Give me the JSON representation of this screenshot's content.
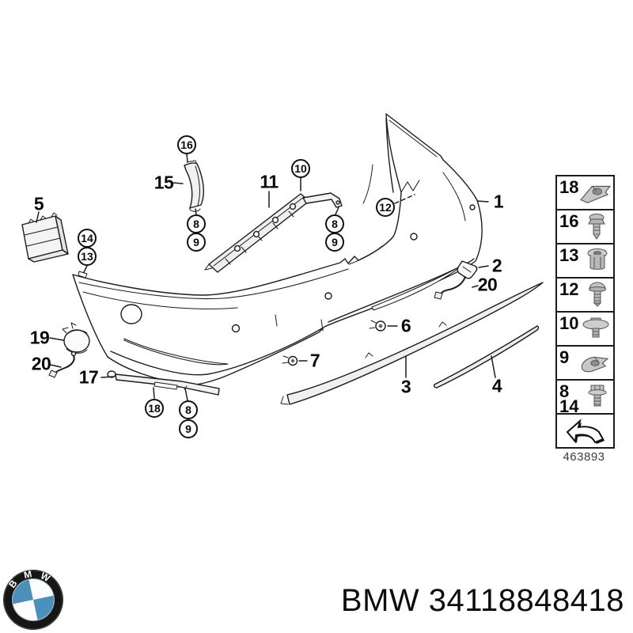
{
  "colors": {
    "line": "#1c1c1c",
    "metal_gray": "#b5b5b5",
    "roundel_blue": "#4a90ba",
    "text": "#0d0d0d"
  },
  "callouts": {
    "plain": [
      {
        "text": "5"
      },
      {
        "text": "15"
      },
      {
        "text": "11"
      },
      {
        "text": "1"
      },
      {
        "text": "2"
      },
      {
        "text": "20"
      },
      {
        "text": "6"
      },
      {
        "text": "7"
      },
      {
        "text": "3"
      },
      {
        "text": "4"
      },
      {
        "text": "19"
      },
      {
        "text": "20"
      },
      {
        "text": "17"
      }
    ],
    "circled": [
      {
        "text": "16"
      },
      {
        "text": "10"
      },
      {
        "text": "14"
      },
      {
        "text": "13"
      },
      {
        "text": "8"
      },
      {
        "text": "9"
      },
      {
        "text": "8"
      },
      {
        "text": "9"
      },
      {
        "text": "12"
      },
      {
        "text": "18"
      },
      {
        "text": "8"
      },
      {
        "text": "9"
      }
    ]
  },
  "sidebar": {
    "items": [
      {
        "label": "18",
        "icon": "clamp-nut-icon"
      },
      {
        "label": "16",
        "icon": "expanding-rivet-icon"
      },
      {
        "label": "13",
        "icon": "blind-rivet-nut-icon"
      },
      {
        "label": "12",
        "icon": "pan-head-screw-icon"
      },
      {
        "label": "10",
        "icon": "washer-bolt-icon"
      },
      {
        "label": "9",
        "icon": "clip-nut-icon"
      },
      {
        "label": "8",
        "label2": "14",
        "icon": "hex-bolt-icon"
      },
      {
        "icon": "direction-arrow-icon"
      }
    ],
    "drawing_number": "463893"
  },
  "footer": {
    "title": "BMW 34118848418",
    "logo": [
      "B",
      "M",
      "W"
    ]
  }
}
